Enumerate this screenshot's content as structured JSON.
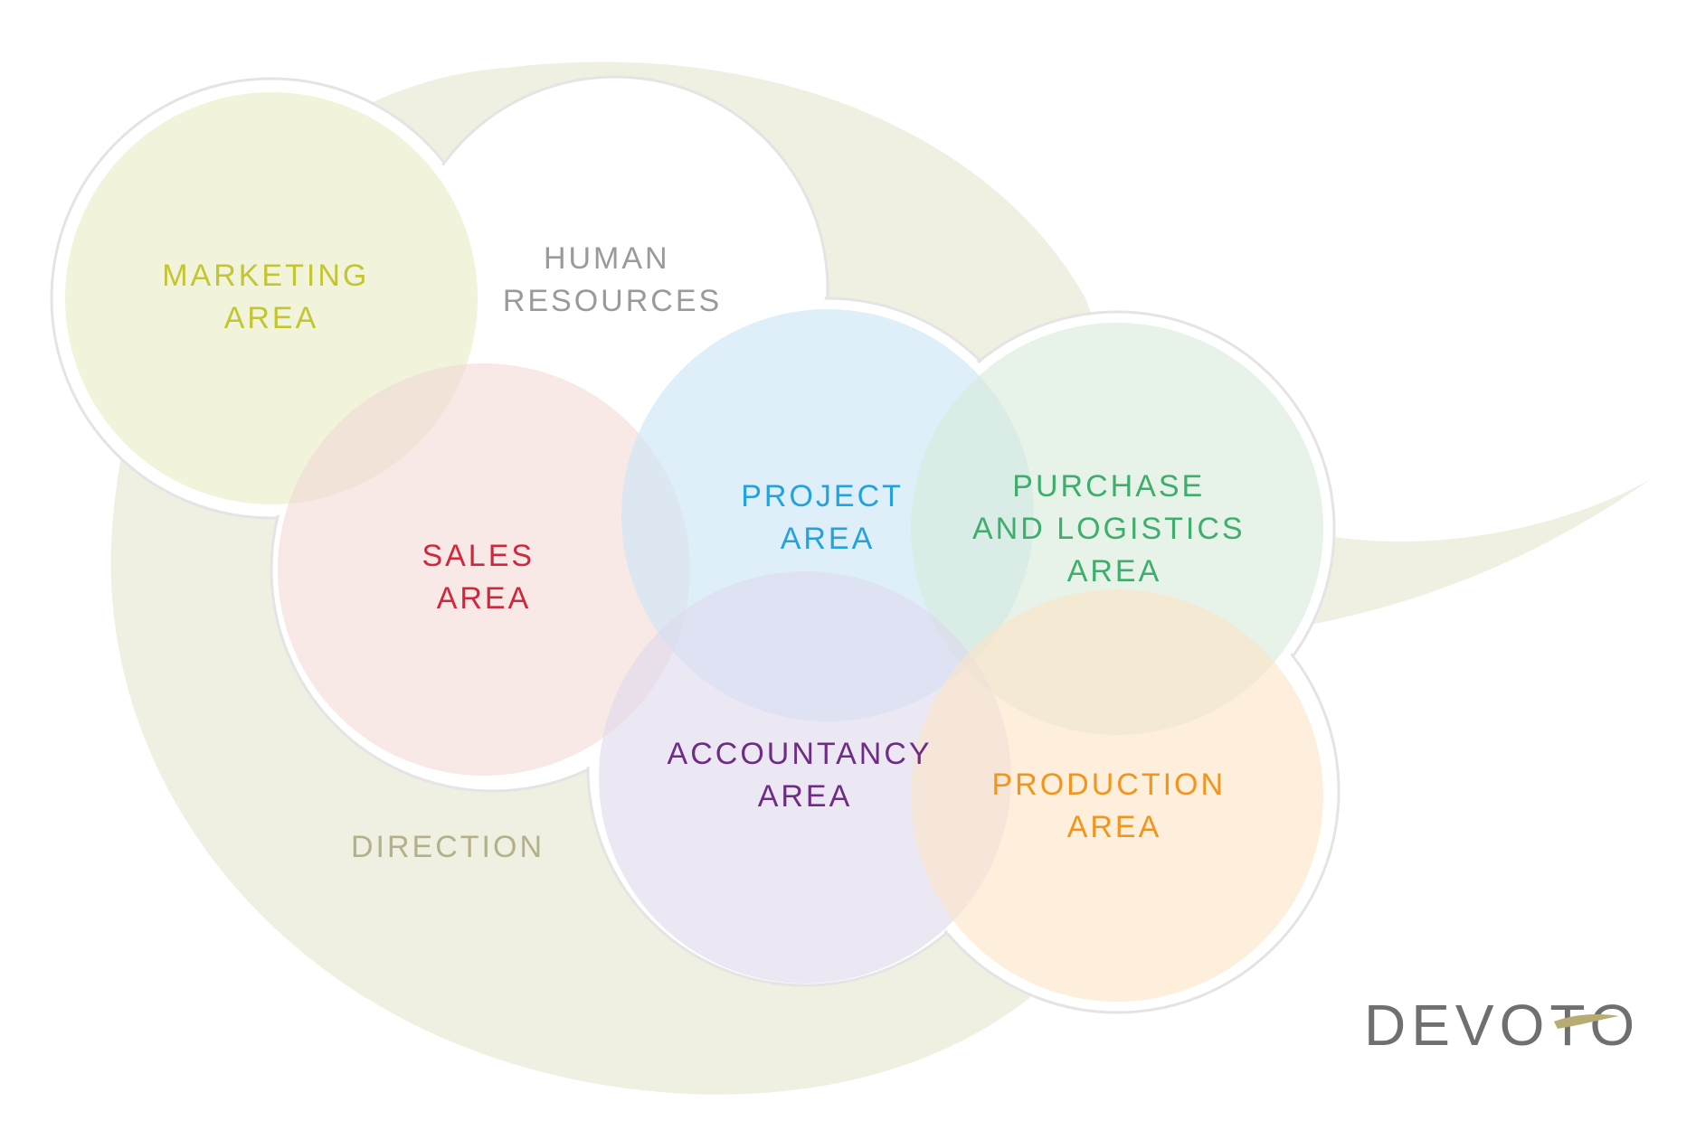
{
  "diagram": {
    "direction": {
      "label": "DIRECTION",
      "color": "#b4b08a"
    },
    "human_resources": {
      "lines": [
        "HUMAN",
        "RESOURCES"
      ],
      "color": "#9a9a9a"
    },
    "areas": {
      "marketing": {
        "lines": [
          "MARKETING",
          "AREA"
        ],
        "color": "#c3c632"
      },
      "sales": {
        "lines": [
          "SALES",
          "AREA"
        ],
        "color": "#d0273d"
      },
      "project": {
        "lines": [
          "PROJECT",
          "AREA"
        ],
        "color": "#23a2dc"
      },
      "purchase": {
        "lines": [
          "PURCHASE",
          "AND LOGISTICS",
          "AREA"
        ],
        "color": "#3fae6c"
      },
      "accountancy": {
        "lines": [
          "ACCOUNTANCY",
          "AREA"
        ],
        "color": "#6e2c85"
      },
      "production": {
        "lines": [
          "PRODUCTION",
          "AREA"
        ],
        "color": "#f0961e"
      }
    }
  },
  "logo": {
    "text": "DEVOTO",
    "color": "#6f6f6f",
    "accent": "#b7ac72"
  }
}
